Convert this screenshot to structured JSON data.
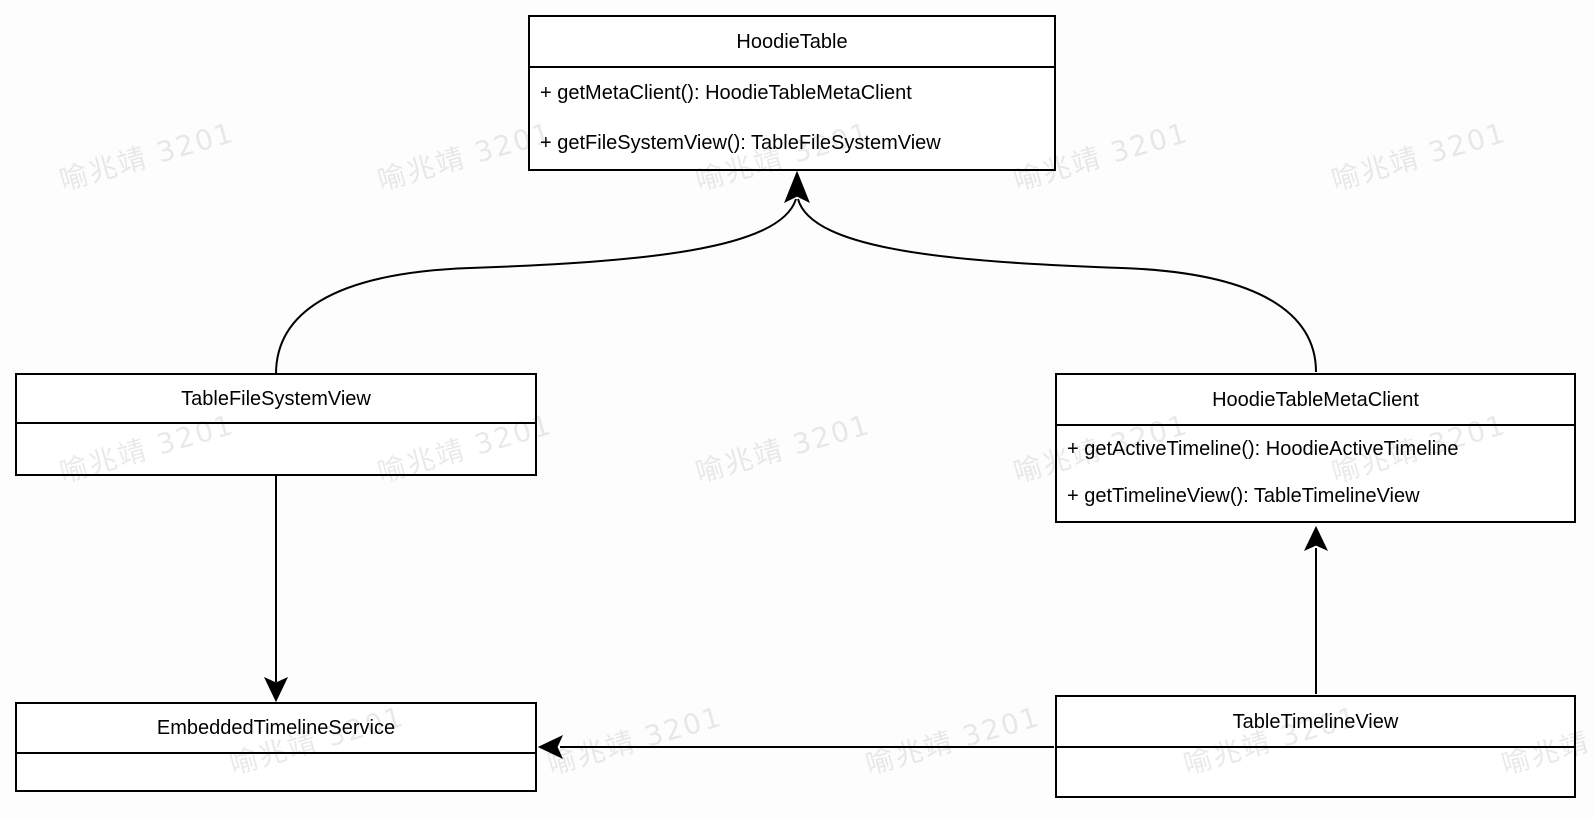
{
  "diagram": {
    "type": "uml-class-diagram",
    "classes": {
      "hoodie_table": {
        "name": "HoodieTable",
        "methods": [
          "+ getMetaClient(): HoodieTableMetaClient",
          "+ getFileSystemView(): TableFileSystemView"
        ]
      },
      "table_file_system_view": {
        "name": "TableFileSystemView",
        "methods": []
      },
      "hoodie_table_meta_client": {
        "name": "HoodieTableMetaClient",
        "methods": [
          "+ getActiveTimeline(): HoodieActiveTimeline",
          "+ getTimelineView(): TableTimelineView"
        ]
      },
      "embedded_timeline_service": {
        "name": "EmbeddedTimelineService",
        "methods": []
      },
      "table_timeline_view": {
        "name": "TableTimelineView",
        "methods": []
      }
    },
    "relations": [
      {
        "from": "TableFileSystemView",
        "to": "HoodieTable",
        "style": "curved-arrow"
      },
      {
        "from": "HoodieTableMetaClient",
        "to": "HoodieTable",
        "style": "curved-arrow"
      },
      {
        "from": "TableFileSystemView",
        "to": "EmbeddedTimelineService",
        "style": "straight-arrow"
      },
      {
        "from": "TableTimelineView",
        "to": "HoodieTableMetaClient",
        "style": "straight-arrow"
      },
      {
        "from": "TableTimelineView",
        "to": "EmbeddedTimelineService",
        "style": "straight-arrow"
      }
    ],
    "colors": {
      "stroke": "#000000",
      "box_fill": "#ffffff",
      "text": "#000000",
      "background": "#fdfdfd",
      "watermark": "rgba(0,0,0,0.085)"
    }
  },
  "watermark": {
    "text": "喻兆靖 3201"
  }
}
